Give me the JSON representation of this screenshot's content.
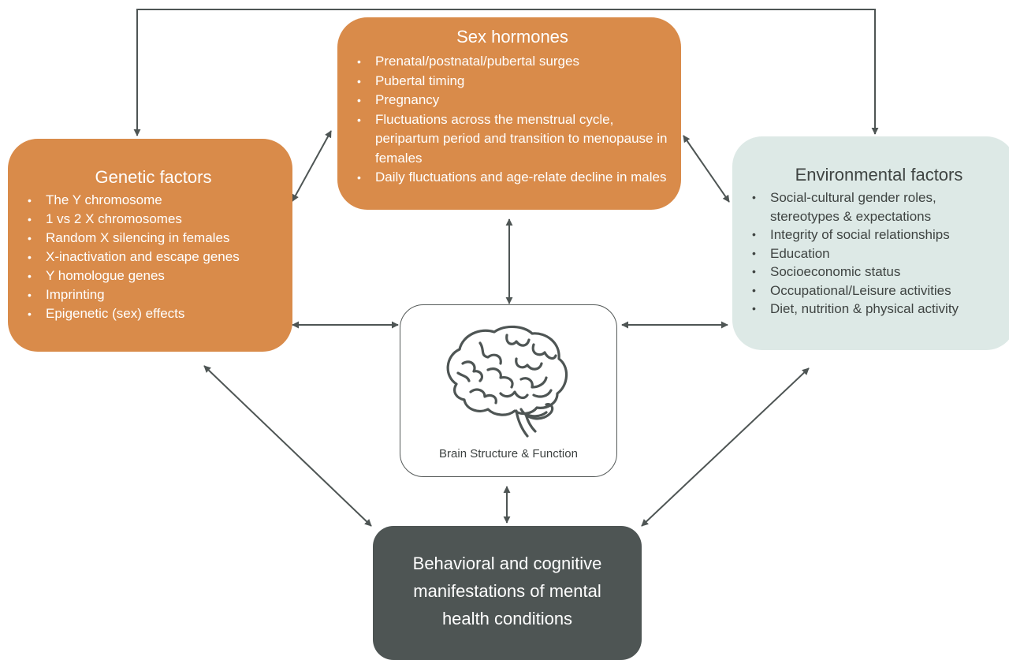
{
  "sex_hormones": {
    "title": "Sex hormones",
    "items": [
      "Prenatal/postnatal/pubertal surges",
      "Pubertal timing",
      "Pregnancy",
      "Fluctuations across the menstrual cycle, peripartum period and transition to menopause in females",
      "Daily fluctuations and age-relate decline in males"
    ]
  },
  "genetic": {
    "title": "Genetic factors",
    "items": [
      "The Y chromosome",
      "1 vs 2 X chromosomes",
      "Random X silencing in females",
      "X-inactivation and escape genes",
      "Y homologue genes",
      "Imprinting",
      "Epigenetic (sex) effects"
    ]
  },
  "environmental": {
    "title": "Environmental factors",
    "items": [
      "Social-cultural gender roles, stereotypes & expectations",
      "Integrity of social relationships",
      "Education",
      "Socioeconomic status",
      "Occupational/Leisure activities",
      "Diet, nutrition & physical activity"
    ]
  },
  "brain": {
    "label": "Brain Structure & Function",
    "icon": "brain-icon"
  },
  "outcome": {
    "label": "Behavioral and cognitive manifestations of mental health conditions"
  },
  "colors": {
    "orange": "#d98b4a",
    "light_teal": "#dde9e6",
    "dark_gray": "#4e5554",
    "arrow": "#4e5554"
  }
}
